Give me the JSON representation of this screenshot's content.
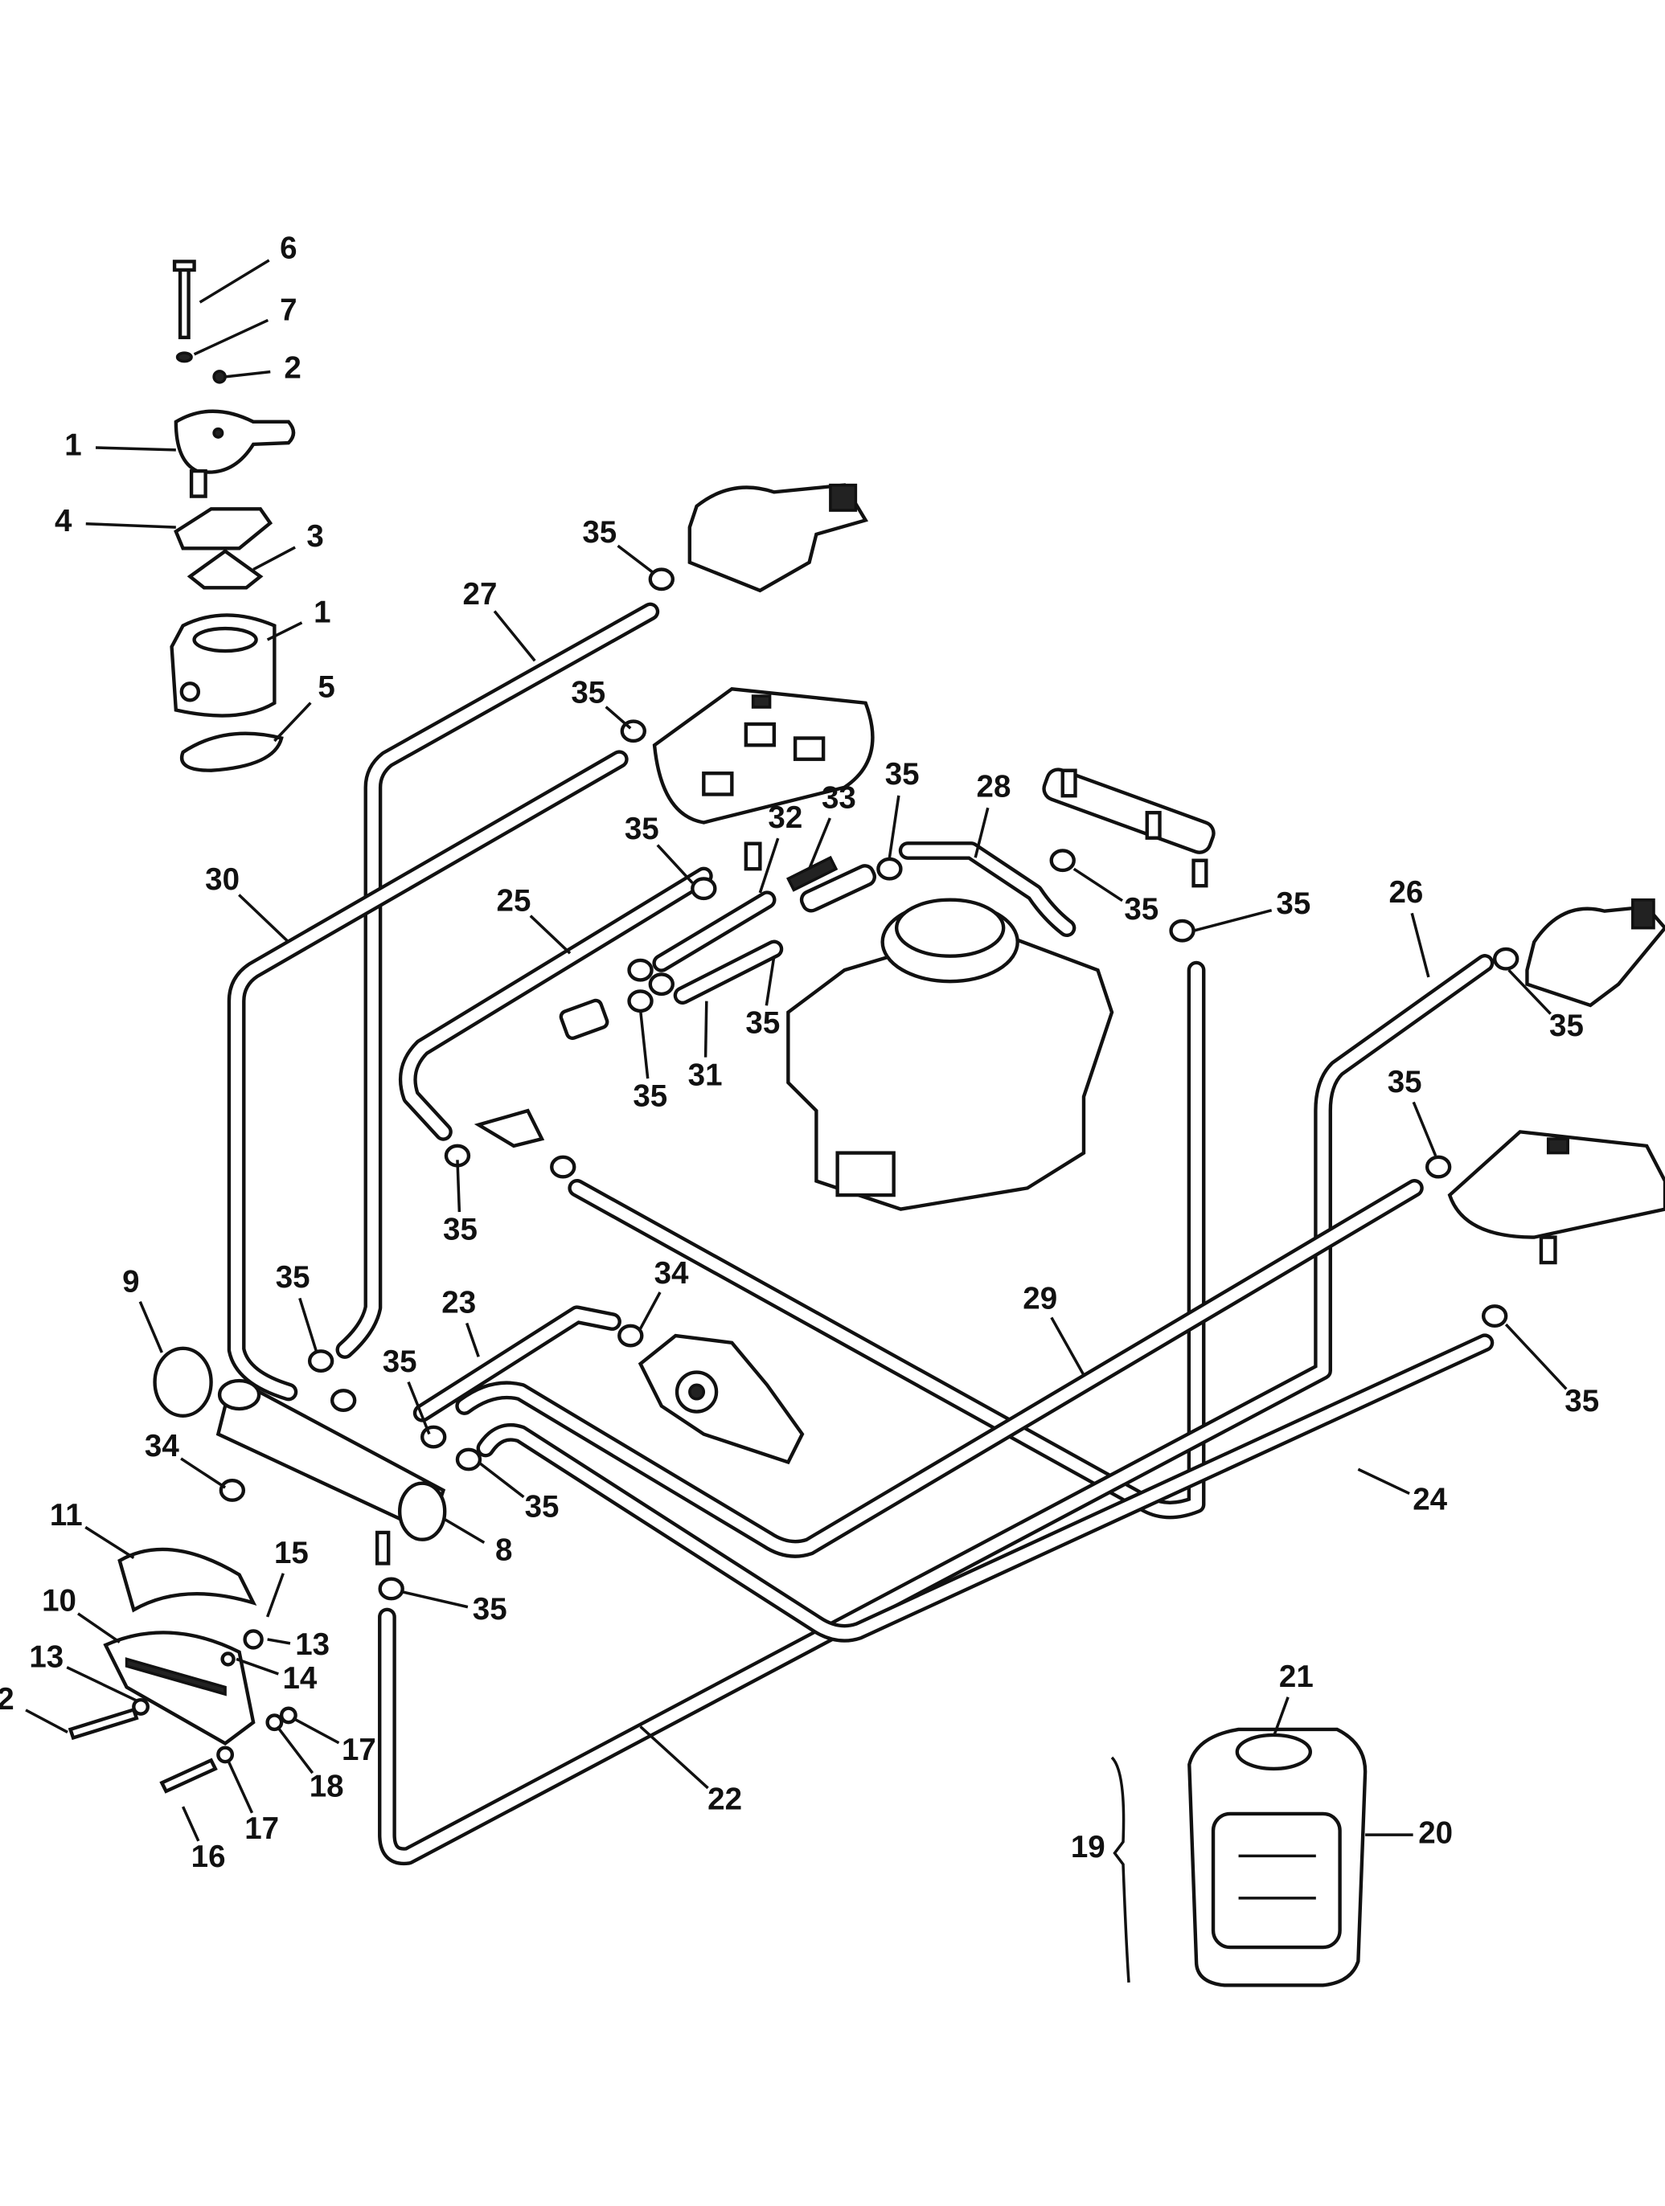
{
  "diagram": {
    "callouts": [
      "6",
      "7",
      "2",
      "1",
      "4",
      "3",
      "1",
      "5",
      "35",
      "27",
      "35",
      "30",
      "35",
      "32",
      "33",
      "35",
      "28",
      "25",
      "35",
      "35",
      "26",
      "35",
      "35",
      "31",
      "35",
      "35",
      "35",
      "9",
      "35",
      "23",
      "34",
      "29",
      "35",
      "34",
      "35",
      "35",
      "24",
      "11",
      "8",
      "15",
      "10",
      "13",
      "35",
      "13",
      "14",
      "2",
      "17",
      "18",
      "17",
      "16",
      "22",
      "21",
      "20",
      "19"
    ],
    "ink_color": "#111111",
    "background_color": "#ffffff"
  }
}
